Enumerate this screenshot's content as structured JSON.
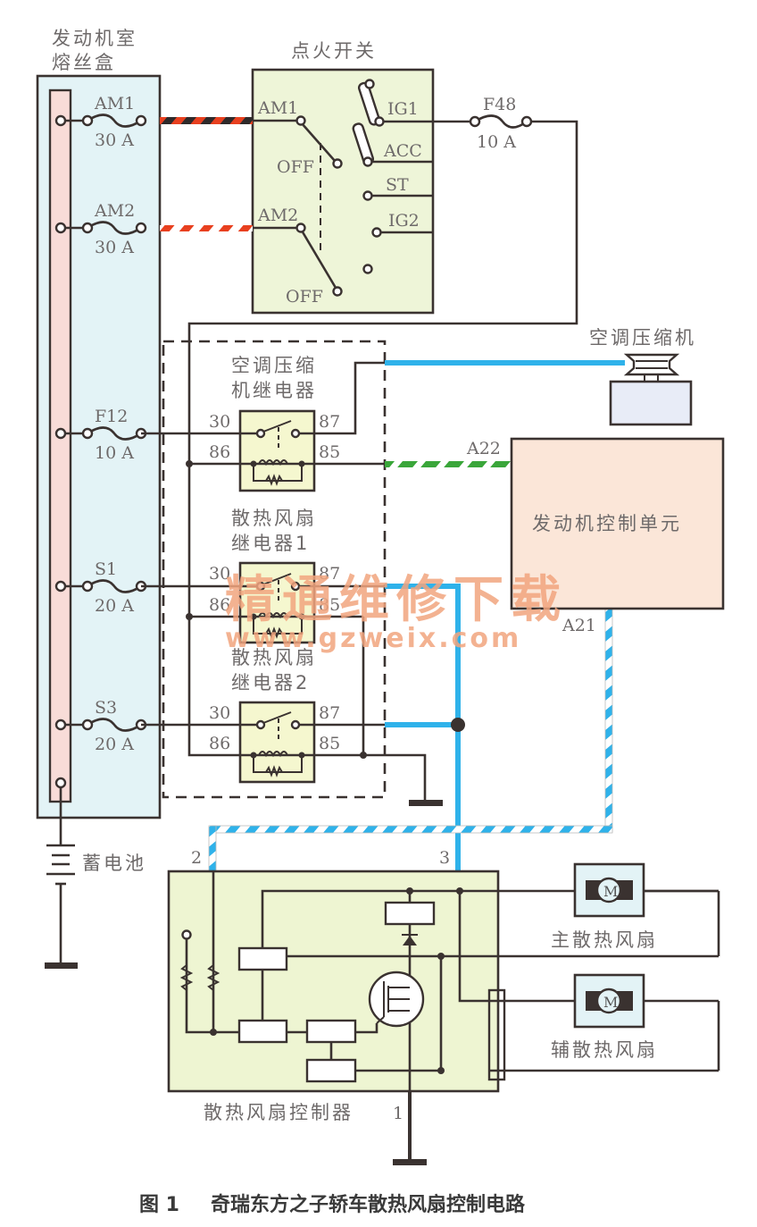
{
  "fuse_box": {
    "title_line1": "发动机室",
    "title_line2": "熔丝盒",
    "fuses": [
      {
        "name": "AM1",
        "rating": "30 A"
      },
      {
        "name": "AM2",
        "rating": "30 A"
      },
      {
        "name": "F12",
        "rating": "10 A"
      },
      {
        "name": "S1",
        "rating": "20 A"
      },
      {
        "name": "S3",
        "rating": "20 A"
      }
    ]
  },
  "ignition_switch": {
    "title": "点火开关",
    "inputs": [
      "AM1",
      "AM2"
    ],
    "off_labels": [
      "OFF",
      "OFF"
    ],
    "outputs": [
      "IG1",
      "ACC",
      "ST",
      "IG2"
    ]
  },
  "fuse_f48": {
    "name": "F48",
    "rating": "10 A"
  },
  "relays": [
    {
      "title_line1": "空调压缩",
      "title_line2": "机继电器",
      "pins": [
        "30",
        "87",
        "86",
        "85"
      ]
    },
    {
      "title_line1": "散热风扇",
      "title_line2": "继电器1",
      "pins": [
        "30",
        "87",
        "86",
        "85"
      ]
    },
    {
      "title_line1": "散热风扇",
      "title_line2": "继电器2",
      "pins": [
        "30",
        "87",
        "86",
        "85"
      ]
    }
  ],
  "compressor": {
    "label": "空调压缩机"
  },
  "ecu": {
    "label": "发动机控制单元",
    "pins": [
      "A22",
      "A21"
    ]
  },
  "battery": {
    "label": "蓄电池"
  },
  "fan_controller": {
    "label": "散热风扇控制器",
    "pins": [
      "1",
      "2",
      "3"
    ]
  },
  "fans": [
    {
      "label": "主散热风扇",
      "motor_symbol": "M"
    },
    {
      "label": "辅散热风扇",
      "motor_symbol": "M"
    }
  ],
  "watermark": {
    "line1": "精通维修下载",
    "line2": "www.gzweix.com"
  },
  "caption": {
    "figure": "图 1",
    "text": "奇瑞东方之子轿车散热风扇控制电路"
  },
  "colors": {
    "wire_blue": "#2fb2ea",
    "wire_green": "#3aa63a",
    "wire_red": "#e8401f",
    "fuse_box_fill": "#e3f3f6",
    "switch_fill": "#eef5d8",
    "ecu_fill": "#fbe6d8",
    "controller_fill": "#eef5d2",
    "relay_fill": "#f5f7cf"
  }
}
